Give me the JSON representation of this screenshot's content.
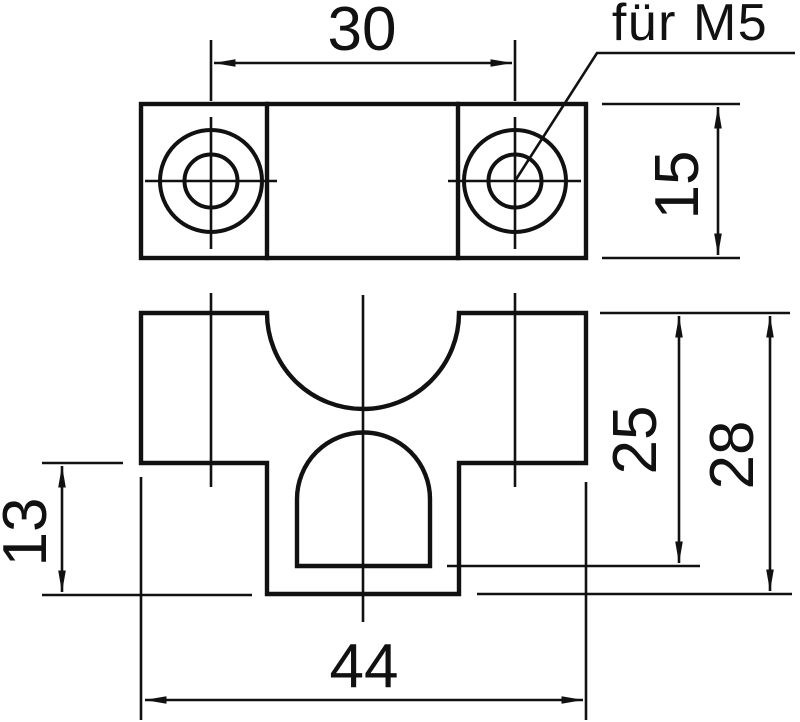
{
  "drawing": {
    "kind": "two-view technical dimension drawing of a clamp block",
    "dimensions": {
      "hole_spacing": "30",
      "plate_depth": "15",
      "cavity_depth": "25",
      "total_height": "28",
      "foot_height": "13",
      "total_width": "44"
    },
    "thread_note": "für M5",
    "colors": {
      "line": "#111111",
      "background": "#ffffff"
    }
  }
}
